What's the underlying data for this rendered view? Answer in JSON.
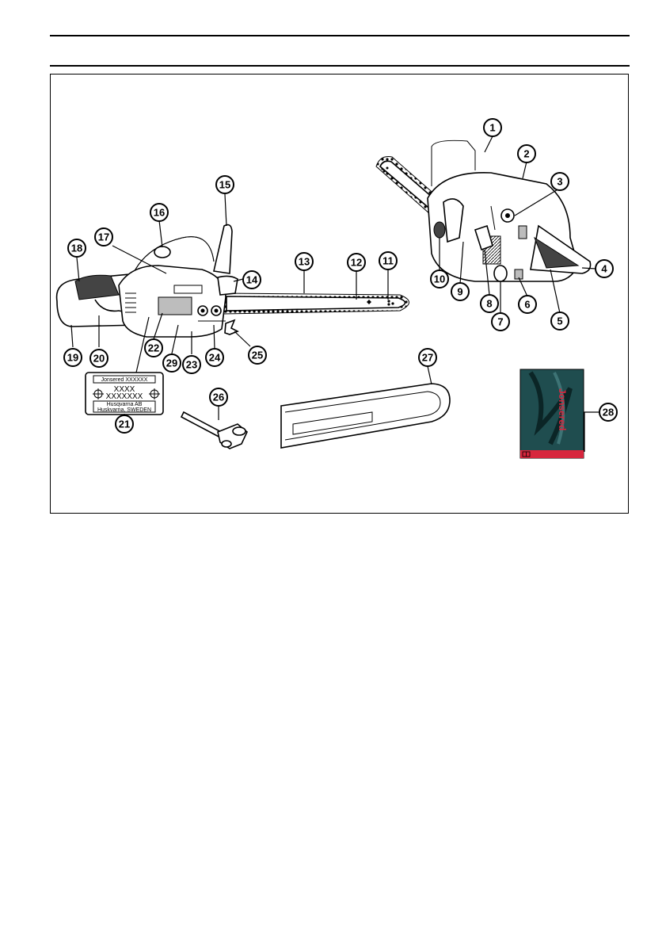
{
  "callouts": [
    "1",
    "2",
    "3",
    "4",
    "5",
    "6",
    "7",
    "8",
    "9",
    "10",
    "11",
    "12",
    "13",
    "14",
    "15",
    "16",
    "17",
    "18",
    "19",
    "20",
    "21",
    "22",
    "23",
    "24",
    "25",
    "26",
    "27",
    "28",
    "29"
  ],
  "rating_plate": {
    "line1": "Jonsered XXXXXX",
    "line2": "XXXX",
    "line3": "XXXXXXX",
    "line4": "Husqvarna AB",
    "line5": "Huskvarna, SWEDEN"
  },
  "manual_cover": {
    "brand": "Jonsered",
    "book_icon": "book-icon",
    "accent_color": "#d7263d",
    "cover_color": "#1f4d4f"
  }
}
